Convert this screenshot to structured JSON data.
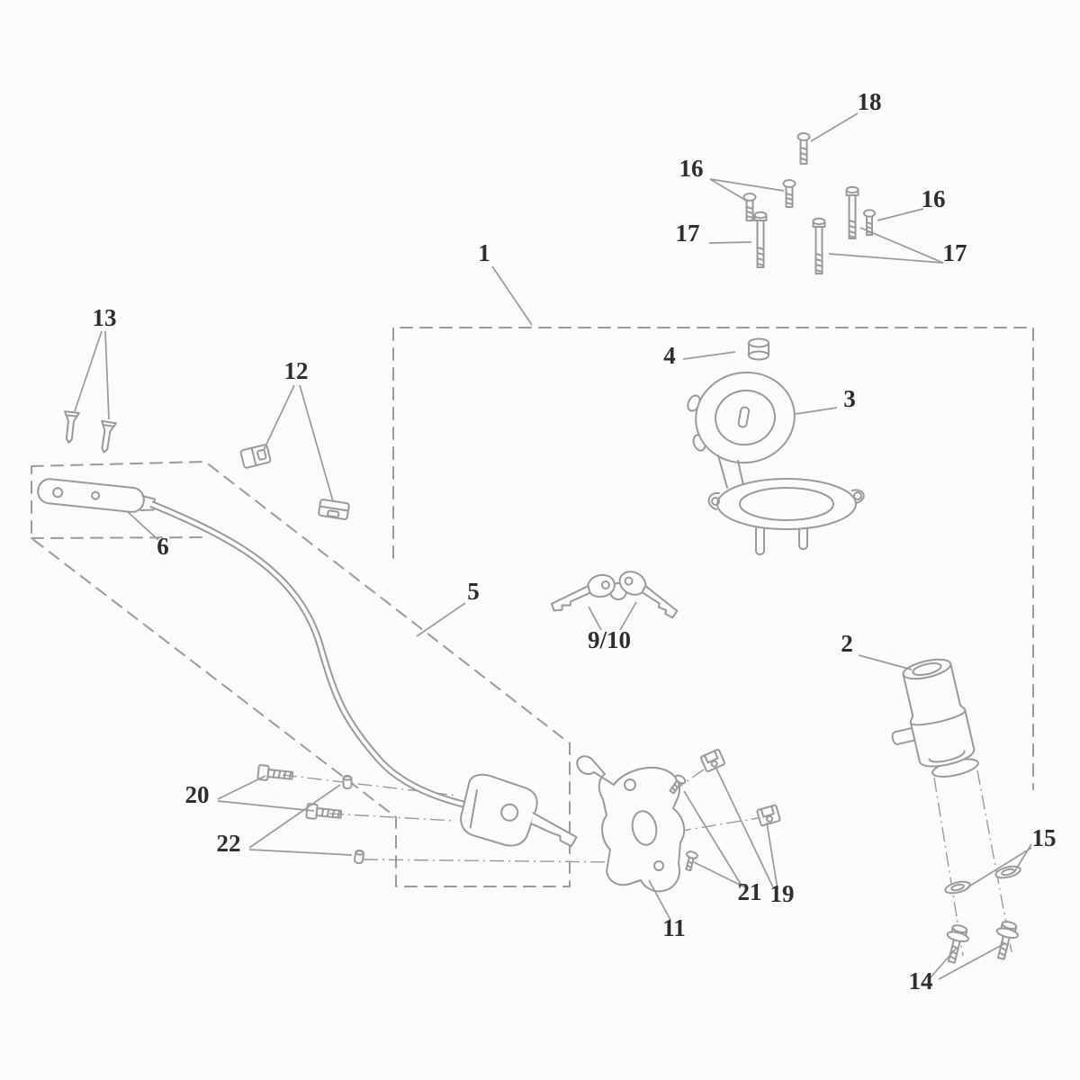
{
  "figure": {
    "type": "exploded-parts-diagram",
    "subject": "motorcycle lockset: fuel cap, ignition switch, seat lock cable and fixings",
    "background": "#fbfbfb",
    "line_color": "#9a9a9a",
    "label_color": "#2e2e2e"
  },
  "callouts": [
    {
      "label": "1"
    },
    {
      "label": "2"
    },
    {
      "label": "3"
    },
    {
      "label": "4"
    },
    {
      "label": "5"
    },
    {
      "label": "6"
    },
    {
      "label": "9/10"
    },
    {
      "label": "11"
    },
    {
      "label": "12"
    },
    {
      "label": "13"
    },
    {
      "label": "14"
    },
    {
      "label": "15"
    },
    {
      "label": "16"
    },
    {
      "label": "16"
    },
    {
      "label": "17"
    },
    {
      "label": "17"
    },
    {
      "label": "18"
    },
    {
      "label": "19"
    },
    {
      "label": "20"
    },
    {
      "label": "21"
    },
    {
      "label": "22"
    }
  ]
}
